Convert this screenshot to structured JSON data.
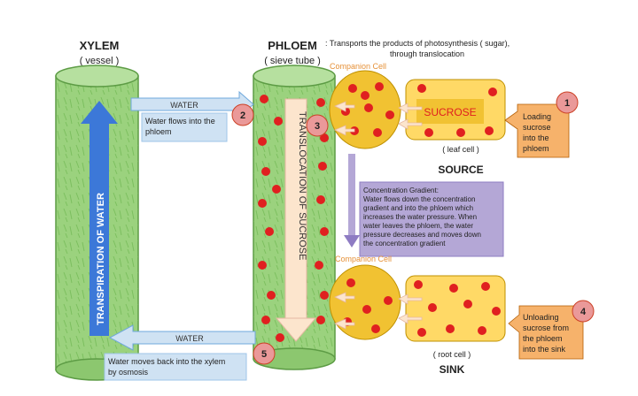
{
  "xylem": {
    "title": "XYLEM",
    "subtitle": "( vessel )",
    "arrow_label": "TRANSPIRATION OF WATER"
  },
  "phloem": {
    "title": "PHLOEM",
    "subtitle": "( sieve tube )",
    "description_line1": ": Transports the products of photosynthesis ( sugar),",
    "description_line2": "through translocation",
    "arrow_label": "TRANSLOCATION OF SUCROSE"
  },
  "source": {
    "companion_cell_label": "Companion Cell",
    "sucrose_label": "SUCROSE",
    "cell_label": "( leaf cell )",
    "title": "SOURCE"
  },
  "sink": {
    "companion_cell_label": "Companion Cell",
    "cell_label": "( root cell )",
    "title": "SINK"
  },
  "water_top": {
    "label": "WATER",
    "note_line1": "Water flows into the",
    "note_line2": "phloem"
  },
  "water_bottom": {
    "label": "WATER",
    "note_line1": "Water moves back into the xylem",
    "note_line2": "by osmosis"
  },
  "gradient_box": {
    "lines": [
      "Concentration Gradient:",
      "Water flows down the concentration",
      "gradient and into the phloem which",
      "increases the water pressure. When",
      "water leaves the phloem, the water",
      "pressure decreases and moves down",
      "the concentration gradient"
    ]
  },
  "loading_note": {
    "lines": [
      "Loading",
      "sucrose",
      "into the",
      "phloem"
    ]
  },
  "unloading_note": {
    "lines": [
      "Unloading",
      "sucrose from",
      "the phloem",
      "into the sink"
    ]
  },
  "steps": [
    "1",
    "2",
    "3",
    "4",
    "5"
  ],
  "colors": {
    "tube_green": "#9bd27e",
    "tube_stroke": "#5d9c45",
    "water_arrow": "#cfe2f3",
    "water_arrow_stroke": "#6fa8dc",
    "transpiration_arrow": "#3c78d8",
    "translocation_arrow": "#fce5cd",
    "cell_yellow": "#f1c232",
    "cell_light": "#ffd966",
    "sucrose_dot": "#e02020",
    "note_orange": "#f6b26b",
    "step_badge": "#ea9999",
    "gradient_box": "#b4a7d6",
    "gradient_arrow": "#8e7cc3",
    "companion_text": "#e69138"
  }
}
